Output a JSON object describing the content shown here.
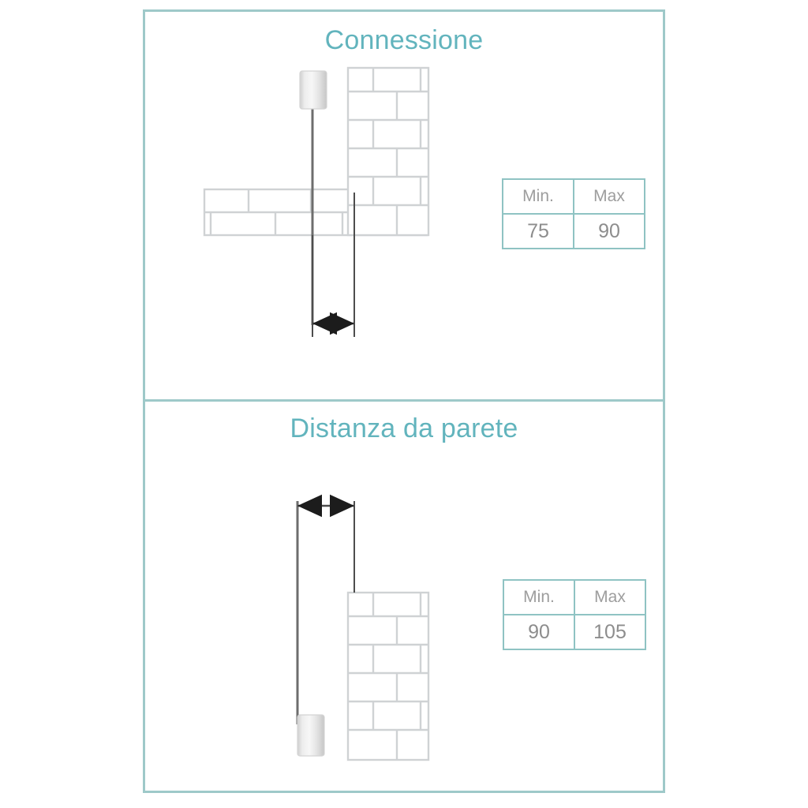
{
  "document": {
    "type": "technical-installation-diagram",
    "language": "it",
    "accent_color": "#62b4bd",
    "frame_color": "#9ec9c9",
    "table_border_color": "#8fc3c3",
    "table_text_color": "#9d9d9d",
    "brick_stroke_color": "#cfd2d4",
    "dimension_line_color": "#4d4d4d"
  },
  "panels": [
    {
      "id": "connessione",
      "title": "Connessione",
      "table": {
        "headers": [
          "Min.",
          "Max"
        ],
        "values": [
          "75",
          "90"
        ]
      },
      "diagram": {
        "description": "Vertical pipe with cylindrical fitting at top, passing through a horizontal floor slab, alongside a vertical brick wall; dimension measured at bottom between pipe axis and wall face.",
        "elements": [
          "cylinder-fitting-top",
          "vertical-pipe",
          "horizontal-brick-slab",
          "vertical-brick-wall",
          "dimension-arrows"
        ]
      }
    },
    {
      "id": "distanza",
      "title": "Distanza da parete",
      "table": {
        "headers": [
          "Min.",
          "Max"
        ],
        "values": [
          "90",
          "105"
        ]
      },
      "diagram": {
        "description": "Vertical pipe with cylindrical fitting at bottom standing beside a brick wall; dimension measured at top between pipe axis and wall face.",
        "elements": [
          "dimension-arrows",
          "vertical-pipe",
          "cylinder-fitting-bottom",
          "vertical-brick-wall",
          "wall-leader-line"
        ]
      }
    }
  ]
}
